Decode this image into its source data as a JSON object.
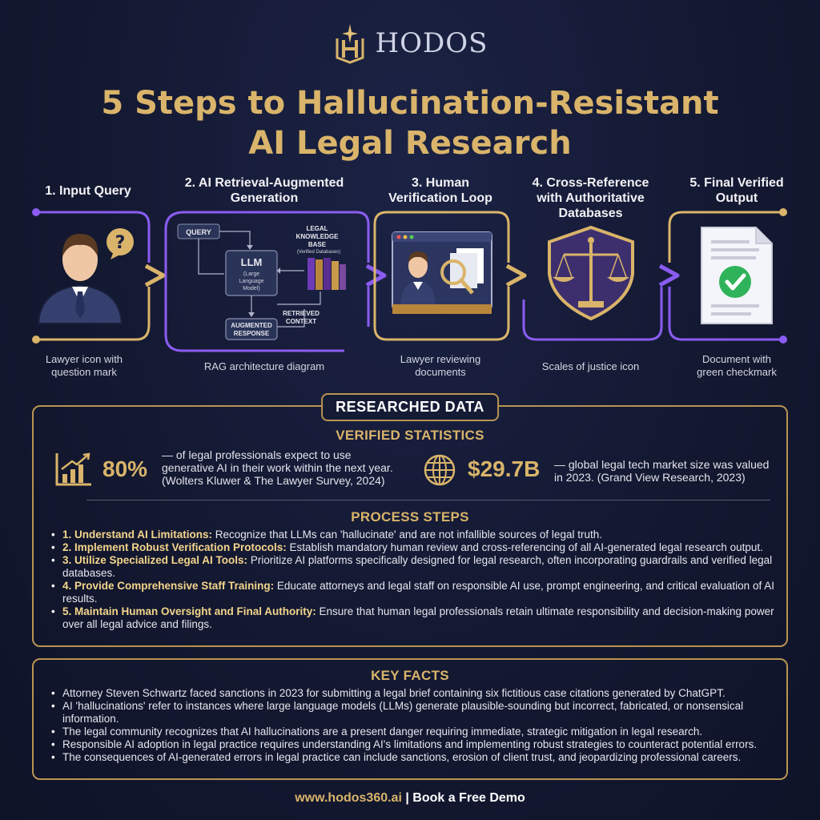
{
  "brand": {
    "name": "HODOS"
  },
  "title": {
    "line1": "5 Steps to Hallucination-Resistant",
    "line2": "AI Legal Research"
  },
  "steps": [
    {
      "title": "1. Input Query",
      "caption_line1": "Lawyer icon with",
      "caption_line2": "question mark"
    },
    {
      "title_line1": "2. AI Retrieval-Augmented",
      "title_line2": "Generation",
      "caption": "RAG architecture diagram"
    },
    {
      "title_line1": "3. Human",
      "title_line2": "Verification Loop",
      "caption_line1": "Lawyer reviewing",
      "caption_line2": "documents"
    },
    {
      "title_line1": "4. Cross-Reference",
      "title_line2": "with Authoritative",
      "title_line3": "Databases",
      "caption": "Scales of justice icon"
    },
    {
      "title_line1": "5. Final Verified",
      "title_line2": "Output",
      "caption_line1": "Document with",
      "caption_line2": "green checkmark"
    }
  ],
  "rag_diagram": {
    "query": "QUERY",
    "llm": "LLM",
    "llm_sub1": "(Large",
    "llm_sub2": "Language",
    "llm_sub3": "Model)",
    "kb1": "LEGAL",
    "kb2": "KNOWLEDGE",
    "kb3": "BASE",
    "kb4": "(Verified Databases)",
    "retrieved1": "RETRIEVED",
    "retrieved2": "CONTEXT",
    "augmented1": "AUGMENTED",
    "augmented2": "RESPONSE"
  },
  "researched": {
    "badge": "RESEARCHED DATA",
    "verified_heading": "VERIFIED STATISTICS",
    "stat1": {
      "value": "80%",
      "line1": "— of legal professionals expect to use",
      "line2": "generative AI in their work within the next year.",
      "line3": "(Wolters Kluwer & The Lawyer Survey, 2024)"
    },
    "stat2": {
      "value": "$29.7B",
      "line1": "— global legal tech market size was valued",
      "line2": "in 2023. (Grand View Research, 2023)"
    },
    "process_heading": "PROCESS STEPS",
    "process_steps": [
      {
        "bold": "1. Understand AI Limitations:",
        "text": " Recognize that LLMs can 'hallucinate' and are not infallible sources of legal truth."
      },
      {
        "bold": "2. Implement Robust Verification Protocols:",
        "text": " Establish mandatory human review and cross-referencing of all AI-generated legal research output."
      },
      {
        "bold": "3. Utilize Specialized Legal AI Tools:",
        "text": " Prioritize AI platforms specifically designed for legal research, often incorporating guardrails and verified legal databases."
      },
      {
        "bold": "4. Provide Comprehensive Staff Training:",
        "text": " Educate attorneys and legal staff on responsible AI use, prompt engineering, and critical evaluation of AI results."
      },
      {
        "bold": "5. Maintain Human Oversight and Final Authority:",
        "text": " Ensure that human legal professionals retain ultimate responsibility and decision-making power over all legal advice and filings."
      }
    ]
  },
  "key_facts": {
    "heading": "KEY FACTS",
    "items": [
      "Attorney Steven Schwartz faced sanctions in 2023 for submitting a legal brief containing six fictitious case citations generated by ChatGPT.",
      "AI 'hallucinations' refer to instances where large language models (LLMs) generate plausible-sounding but incorrect, fabricated, or nonsensical information.",
      "The legal community recognizes that AI hallucinations are a present danger requiring immediate, strategic mitigation in legal research.",
      "Responsible AI adoption in legal practice requires understanding AI's limitations and implementing robust strategies to counteract potential errors.",
      "The consequences of AI-generated errors in legal practice can include sanctions, erosion of client trust, and jeopardizing professional careers."
    ]
  },
  "footer": {
    "url": "www.hodos360.ai",
    "separator": " | ",
    "cta": "Book a Free Demo"
  },
  "colors": {
    "background": "#141a33",
    "gold": "#d9b46a",
    "purple": "#8a5cf0",
    "green": "#2fb35a"
  }
}
